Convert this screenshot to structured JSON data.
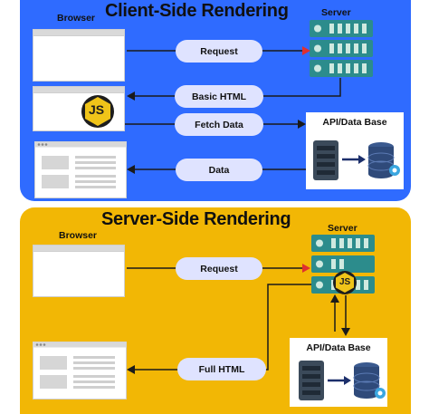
{
  "colors": {
    "csr_panel": "#2f6bff",
    "ssr_panel": "#f2b705",
    "pill": "#dfe3ff",
    "server_teal": "#2c8c8c",
    "arrow_red": "#e03030",
    "js_yellow": "#f0c419"
  },
  "csr": {
    "title": "Client-Side Rendering",
    "browser_label": "Browser",
    "server_label": "Server",
    "api_label": "API/Data Base",
    "pills": {
      "request": "Request",
      "basic_html": "Basic HTML",
      "fetch_data": "Fetch Data",
      "data": "Data"
    },
    "js_badge": "JS"
  },
  "ssr": {
    "title": "Server-Side Rendering",
    "browser_label": "Browser",
    "server_label": "Server",
    "api_label": "API/Data Base",
    "pills": {
      "request": "Request",
      "full_html": "Full HTML"
    },
    "js_badge": "JS"
  },
  "icons": [
    "browser-window-icon",
    "server-rack-icon",
    "js-badge-icon",
    "database-icon",
    "gear-icon",
    "webpage-layout-icon"
  ]
}
